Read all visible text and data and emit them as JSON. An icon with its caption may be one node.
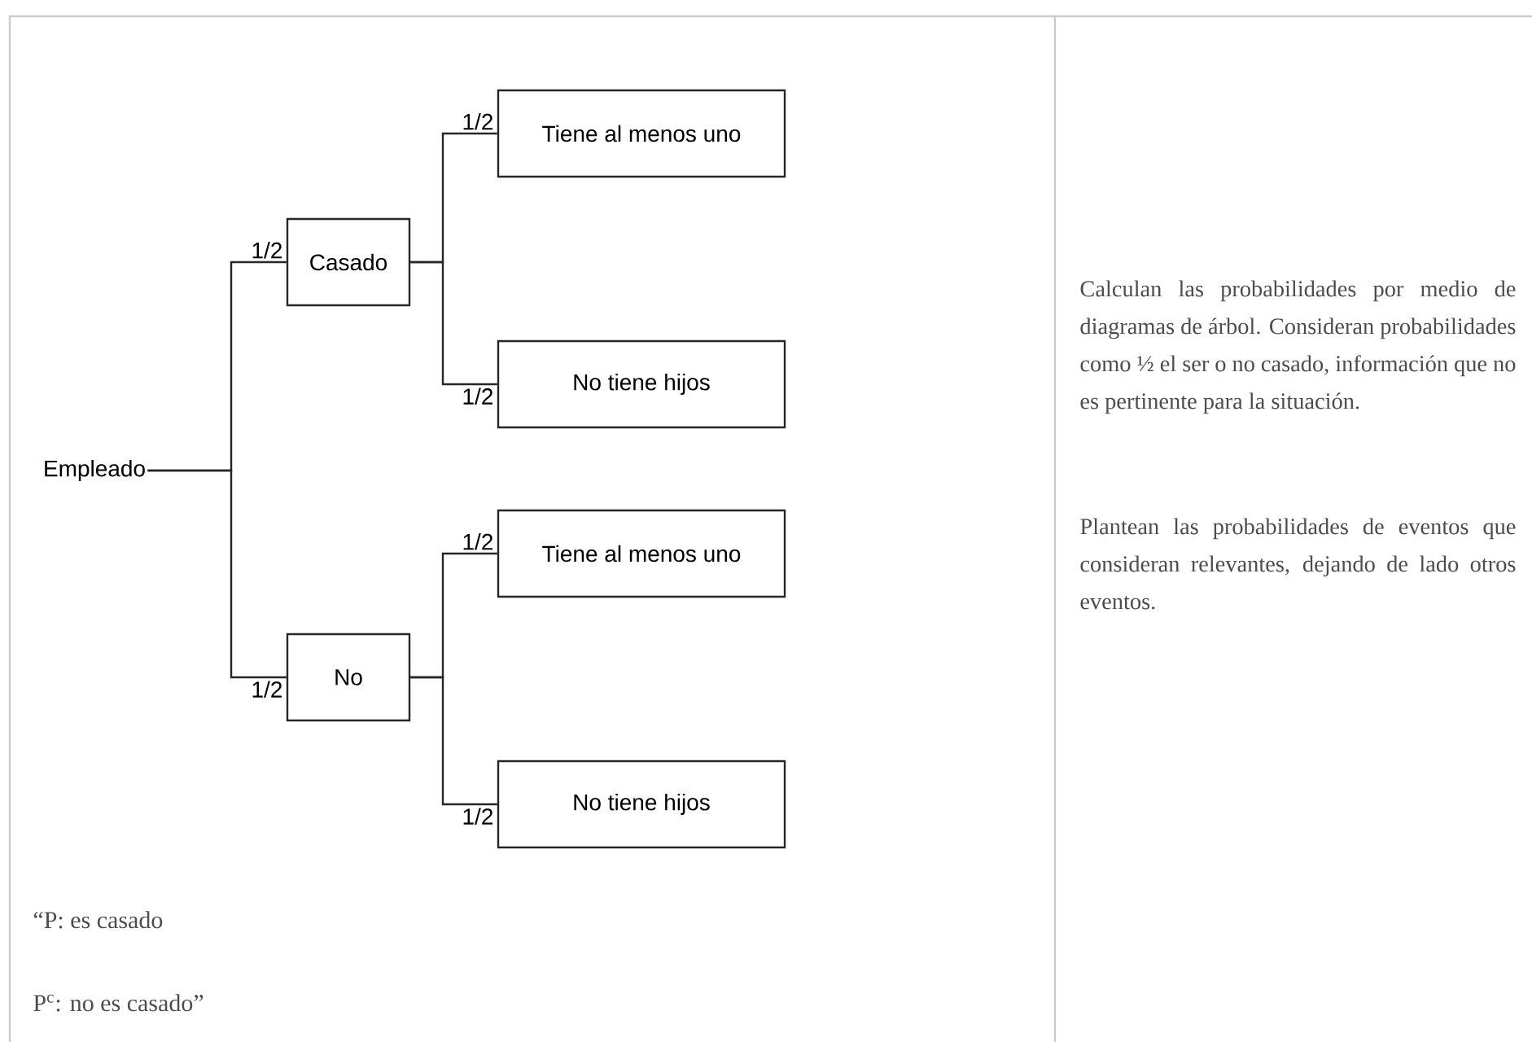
{
  "diagram": {
    "nodes": [
      {
        "text": [
          "Empleado"
        ]
      },
      {
        "text": [
          "Casado"
        ]
      },
      {
        "text": [
          "Tiene al menos uno"
        ]
      },
      {
        "text": [
          "No tiene hijos"
        ]
      },
      {
        "text": [
          "No"
        ]
      },
      {
        "text": [
          "Tiene al menos uno"
        ]
      },
      {
        "text": [
          "No tiene hijos"
        ]
      }
    ],
    "edges": [
      {
        "from": 0,
        "to": 1,
        "arrow": "none",
        "label": "1/2"
      },
      {
        "from": 0,
        "to": 4,
        "arrow": "none",
        "label": "1/2"
      },
      {
        "from": 1,
        "to": 2,
        "arrow": "none",
        "label": "1/2"
      },
      {
        "from": 1,
        "to": 3,
        "arrow": "none",
        "label": "1/2"
      },
      {
        "from": 4,
        "to": 5,
        "arrow": "none",
        "label": "1/2"
      },
      {
        "from": 4,
        "to": 6,
        "arrow": "none",
        "label": "1/2"
      }
    ],
    "labels": [
      "“P: es casado",
      "P$^{c}$: no es casado”",
      "Calculan las probabilidades por medio de diagramas de árbol. Consideran probabilidades como ½ el ser o no casado, información que no es pertinente para la situación.",
      "Plantean las probabilidades de eventos que consideran relevantes, dejando de lado otros eventos."
    ]
  }
}
